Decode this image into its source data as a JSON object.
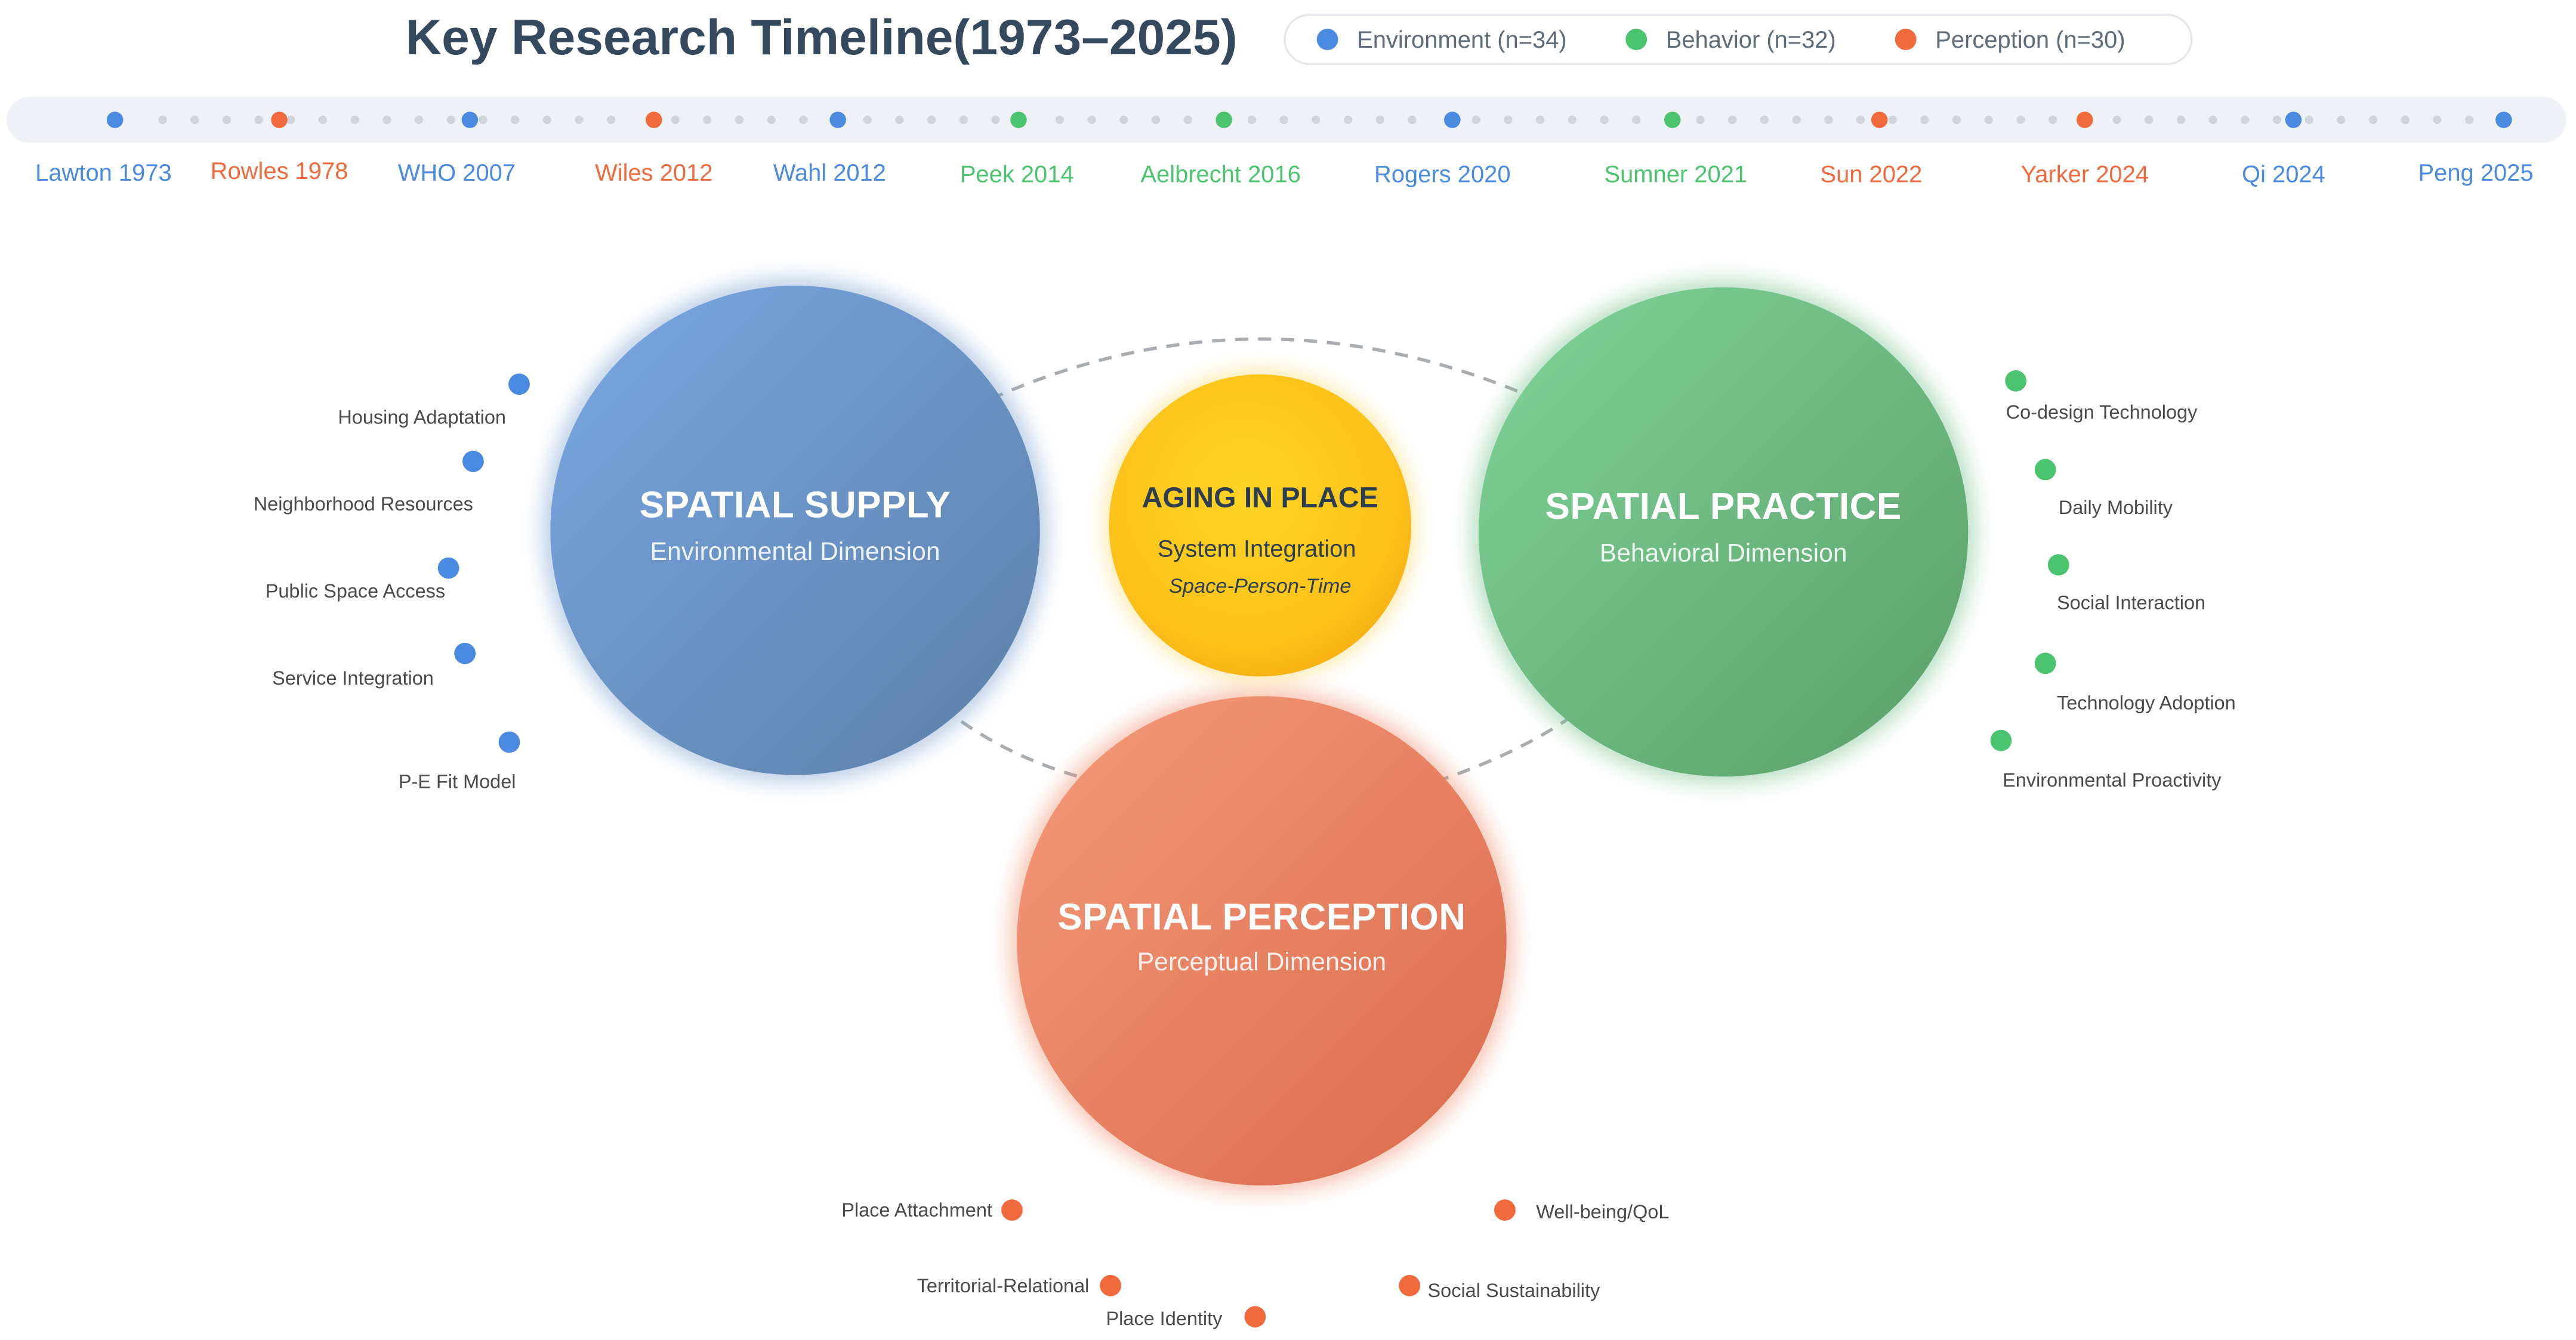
{
  "title": "Key Research Timeline(1973–2025)",
  "colors": {
    "environment": "#4a8ae0",
    "behavior": "#4cc36e",
    "perception": "#f06a3e",
    "neutral_dot": "#cfd5db",
    "track": "#eef2f7",
    "dashed": "#a9adb1"
  },
  "legend": [
    {
      "label": "Environment (n=34)",
      "group": "environment"
    },
    {
      "label": "Behavior (n=32)",
      "group": "behavior"
    },
    {
      "label": "Perception (n=30)",
      "group": "perception"
    }
  ],
  "timeline": [
    {
      "label": "Lawton 1973",
      "group": "environment"
    },
    {
      "label": "Rowles 1978",
      "group": "perception"
    },
    {
      "label": "WHO 2007",
      "group": "environment"
    },
    {
      "label": "Wiles 2012",
      "group": "perception"
    },
    {
      "label": "Wahl 2012",
      "group": "environment"
    },
    {
      "label": "Peek 2014",
      "group": "behavior"
    },
    {
      "label": "Aelbrecht 2016",
      "group": "behavior"
    },
    {
      "label": "Rogers 2020",
      "group": "environment"
    },
    {
      "label": "Sumner 2021",
      "group": "behavior"
    },
    {
      "label": "Sun 2022",
      "group": "perception"
    },
    {
      "label": "Yarker 2024",
      "group": "perception"
    },
    {
      "label": "Qi 2024",
      "group": "environment"
    },
    {
      "label": "Peng 2025",
      "group": "environment"
    }
  ],
  "dimensions": {
    "supply": {
      "title": "SPATIAL SUPPLY",
      "subtitle": "Environmental Dimension",
      "group": "environment"
    },
    "practice": {
      "title": "SPATIAL PRACTICE",
      "subtitle": "Behavioral Dimension",
      "group": "behavior"
    },
    "perception": {
      "title": "SPATIAL PERCEPTION",
      "subtitle": "Perceptual Dimension",
      "group": "perception"
    }
  },
  "core": {
    "title": "AGING IN PLACE",
    "subtitle": "System Integration",
    "tagline": "Space-Person-Time"
  },
  "supply_items": [
    "Housing Adaptation",
    "Neighborhood Resources",
    "Public Space Access",
    "Service Integration",
    "P-E Fit Model"
  ],
  "practice_items": [
    "Co-design Technology",
    "Daily Mobility",
    "Social Interaction",
    "Technology Adoption",
    "Environmental Proactivity"
  ],
  "perception_items": [
    "Place Attachment",
    "Territorial-Relational",
    "Place Identity",
    "Well-being/QoL",
    "Social Sustainability"
  ]
}
